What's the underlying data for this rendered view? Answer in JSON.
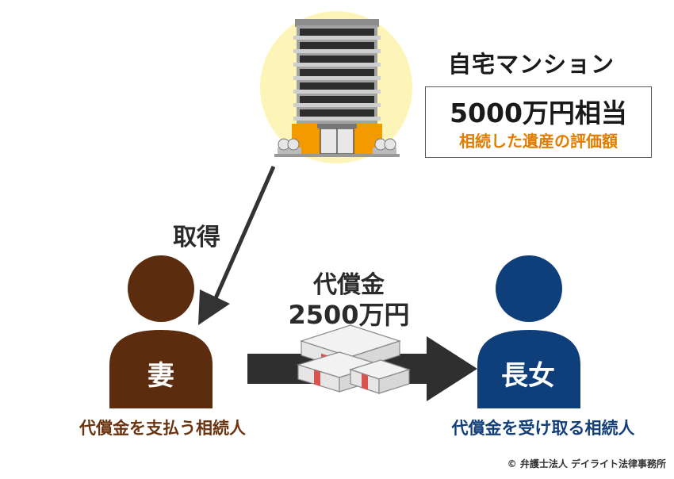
{
  "property": {
    "title": "自宅マンション",
    "amount": "5000万円相当",
    "caption": "相続した遺産の評価額"
  },
  "flow": {
    "acquire_label": "取得",
    "payment_label": "代償金",
    "payment_amount": "2500万円"
  },
  "persons": {
    "wife": {
      "label": "妻",
      "caption": "代償金を支払う相続人",
      "color": "#5b2c0e"
    },
    "daughter": {
      "label": "長女",
      "caption": "代償金を受け取る相続人",
      "color": "#0f3f7a"
    }
  },
  "colors": {
    "building_halo": "#fdf5b8",
    "building_body": "#9b9b9b",
    "building_floor": "#2d2d2d",
    "building_base": "#f29a00",
    "arrow": "#333333",
    "caption_orange": "#e07d00"
  },
  "copyright": "© 弁護士法人 デイライト法律事務所"
}
